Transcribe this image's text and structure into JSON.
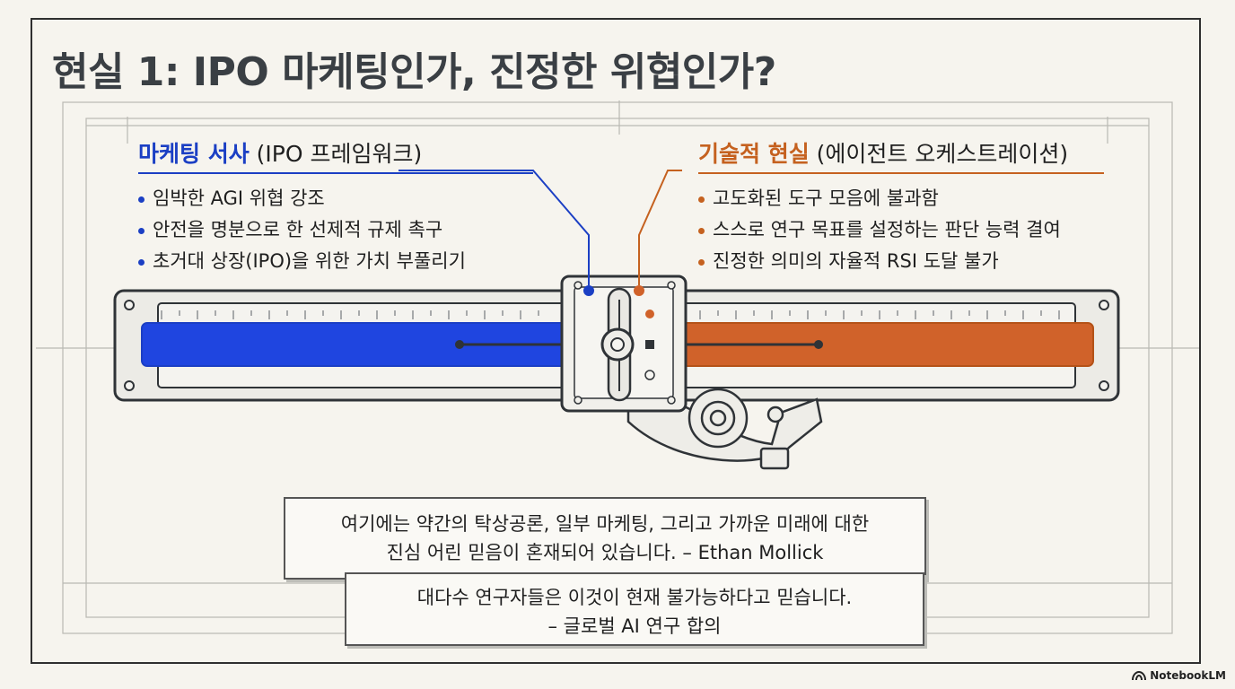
{
  "title": "현실 1: IPO 마케팅인가, 진정한 위협인가?",
  "left_panel": {
    "heading_highlight": "마케팅 서사",
    "heading_rest": " (IPO 프레임워크)",
    "color": "#1b3fc4",
    "bullets": [
      "임박한 AGI 위협 강조",
      "안전을 명분으로 한 선제적 규제 촉구",
      "초거대 상장(IPO)을 위한 가치 부풀리기"
    ]
  },
  "right_panel": {
    "heading_highlight": "기술적 현실",
    "heading_rest": " (에이전트 오케스트레이션)",
    "color": "#c5611f",
    "bullets": [
      "고도화된 도구 모음에 불과함",
      "스스로 연구 목표를 설정하는 판단 능력 결여",
      "진정한 의미의 자율적 RSI 도달 불가"
    ]
  },
  "quotes": {
    "q1_line1": "여기에는 약간의 탁상공론, 일부 마케팅, 그리고 가까운 미래에 대한",
    "q1_line2": "진심 어린 믿음이 혼재되어 있습니다. – Ethan Mollick",
    "q2_line1": "대다수 연구자들은 이것이 현재 불가능하다고 믿습니다.",
    "q2_line2": "– 글로벌 AI 연구 합의"
  },
  "brand": "NotebookLM",
  "colors": {
    "blue": "#1b3fc4",
    "orange": "#c5611f",
    "ink": "#3a3f44"
  }
}
